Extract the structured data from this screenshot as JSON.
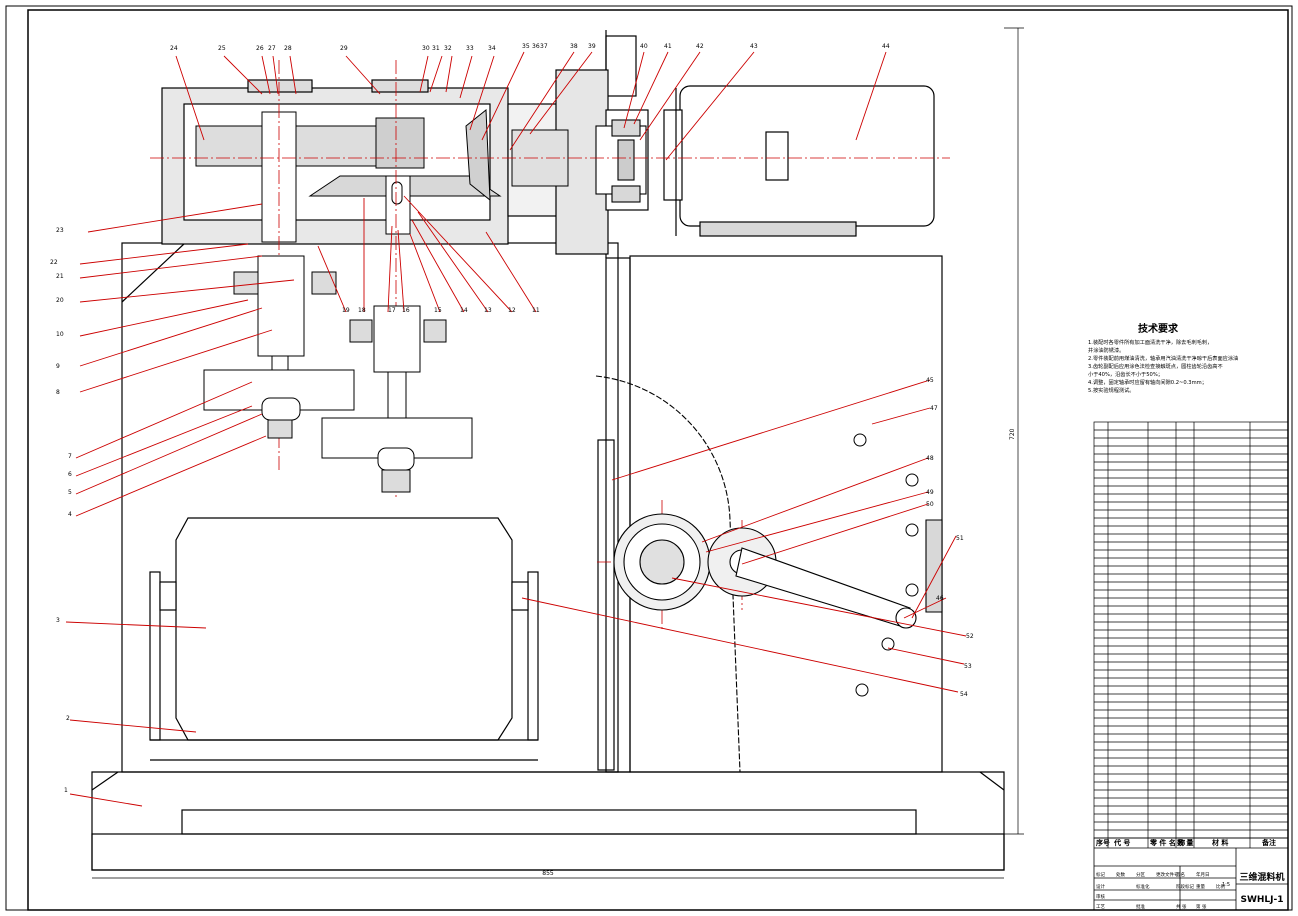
{
  "drawing": {
    "tech_title": "技术要求",
    "tech_notes": [
      "1.装配时各零件所有加工面清洗干净，除去毛刺毛刺，",
      "  并涂油防锈漆。",
      "2.零件装配前用煤油清洗，轴承用汽油清洗干净晾干后表面应涂油",
      "3.齿轮副配后应用涂色法检查接触斑点，圆柱齿轮沿齿高不",
      "  小于40%，沿齿长不小于50%；",
      "4.调整，固定轴承时应留有轴向间隙0.2~0.3mm；",
      "5.按实验规程测试。"
    ],
    "dim_width": "855",
    "dim_height": "720",
    "part_labels": [
      "24",
      "25",
      "26",
      "27",
      "28",
      "29",
      "30",
      "31",
      "32",
      "33",
      "34",
      "35",
      "36",
      "37",
      "38",
      "39",
      "40",
      "41",
      "42",
      "43",
      "44",
      "23",
      "22",
      "21",
      "20",
      "19",
      "18",
      "17",
      "16",
      "15",
      "14",
      "13",
      "12",
      "11",
      "10",
      "9",
      "8",
      "7",
      "6",
      "5",
      "4",
      "3",
      "2",
      "1",
      "45",
      "46",
      "47",
      "48",
      "49",
      "50",
      "51",
      "52",
      "53",
      "54"
    ],
    "bom_header": [
      "序号",
      "代 号",
      "零 件 名 称",
      "数 量",
      "材 料",
      "备注"
    ],
    "title_block": {
      "name": "三维混料机",
      "code": "SWHLJ-1",
      "scale": "1:5",
      "row1": [
        "标记",
        "处数",
        "分区",
        "更改文件号",
        "签名",
        "年月日"
      ],
      "row2": [
        "设计",
        "",
        "标准化",
        "",
        "阶段标记",
        "重量",
        "比例"
      ],
      "row3": [
        "审核",
        "",
        "",
        "",
        "",
        "",
        ""
      ],
      "row4": [
        "工艺",
        "",
        "批准",
        "",
        "共 张",
        "第 张"
      ]
    }
  }
}
